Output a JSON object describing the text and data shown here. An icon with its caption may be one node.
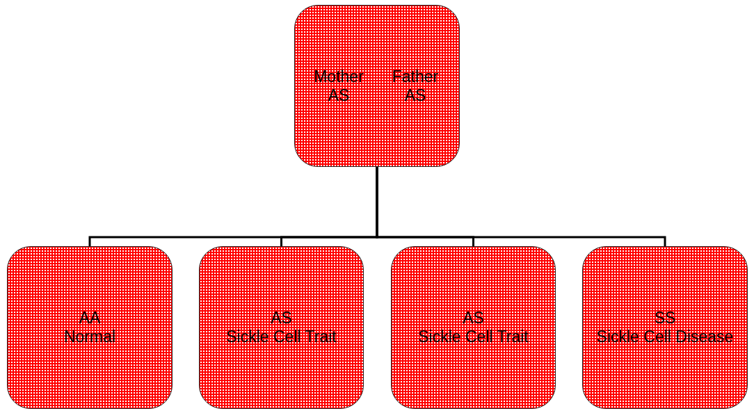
{
  "diagram": {
    "nodes": [
      {
        "text": [
          "Mother AS",
          "Father AS"
        ]
      },
      {
        "text": [
          "AA",
          "Normal"
        ]
      },
      {
        "text": [
          "AS",
          "Sickle Cell Trait"
        ]
      },
      {
        "text": [
          "AS",
          "Sickle Cell Trait"
        ]
      },
      {
        "text": [
          "SS",
          "Sickle Cell Disease"
        ]
      }
    ],
    "edges": [
      {
        "from": 0,
        "to": 1,
        "arrow": "none"
      },
      {
        "from": 0,
        "to": 2,
        "arrow": "none"
      },
      {
        "from": 0,
        "to": 3,
        "arrow": "none"
      },
      {
        "from": 0,
        "to": 4,
        "arrow": "none"
      }
    ]
  }
}
